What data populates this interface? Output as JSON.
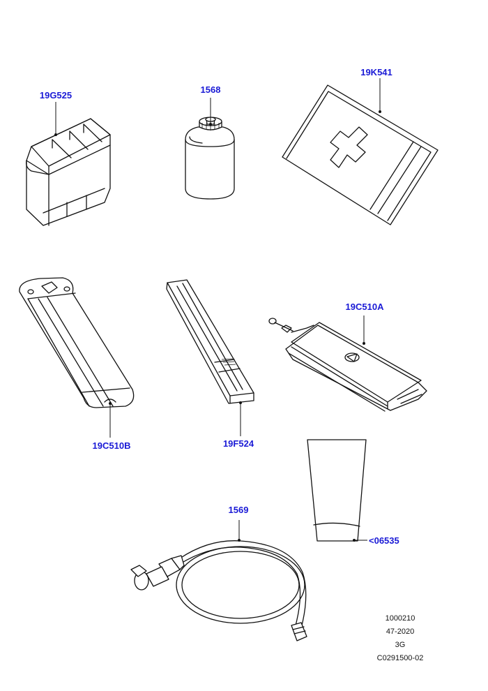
{
  "parts": [
    {
      "id": "first-aid-case",
      "label": "19G525",
      "icon": "hard-case-icon"
    },
    {
      "id": "bottle",
      "label": "1568",
      "icon": "bottle-icon"
    },
    {
      "id": "first-aid-kit",
      "label": "19K541",
      "icon": "first-aid-cross-icon"
    },
    {
      "id": "torch-case",
      "label": "19C510B",
      "icon": "flat-case-icon"
    },
    {
      "id": "light-stick",
      "label": "19F524",
      "icon": "light-stick-icon"
    },
    {
      "id": "pouch",
      "label": "19C510A",
      "icon": "pouch-icon"
    },
    {
      "id": "hose",
      "label": "1569",
      "icon": "hose-icon"
    },
    {
      "id": "tube",
      "label": "<06535",
      "icon": "tube-icon"
    }
  ],
  "reference": {
    "line1": "1000210",
    "line2": "47-2020",
    "line3": "3G",
    "line4": "C0291500-02"
  }
}
